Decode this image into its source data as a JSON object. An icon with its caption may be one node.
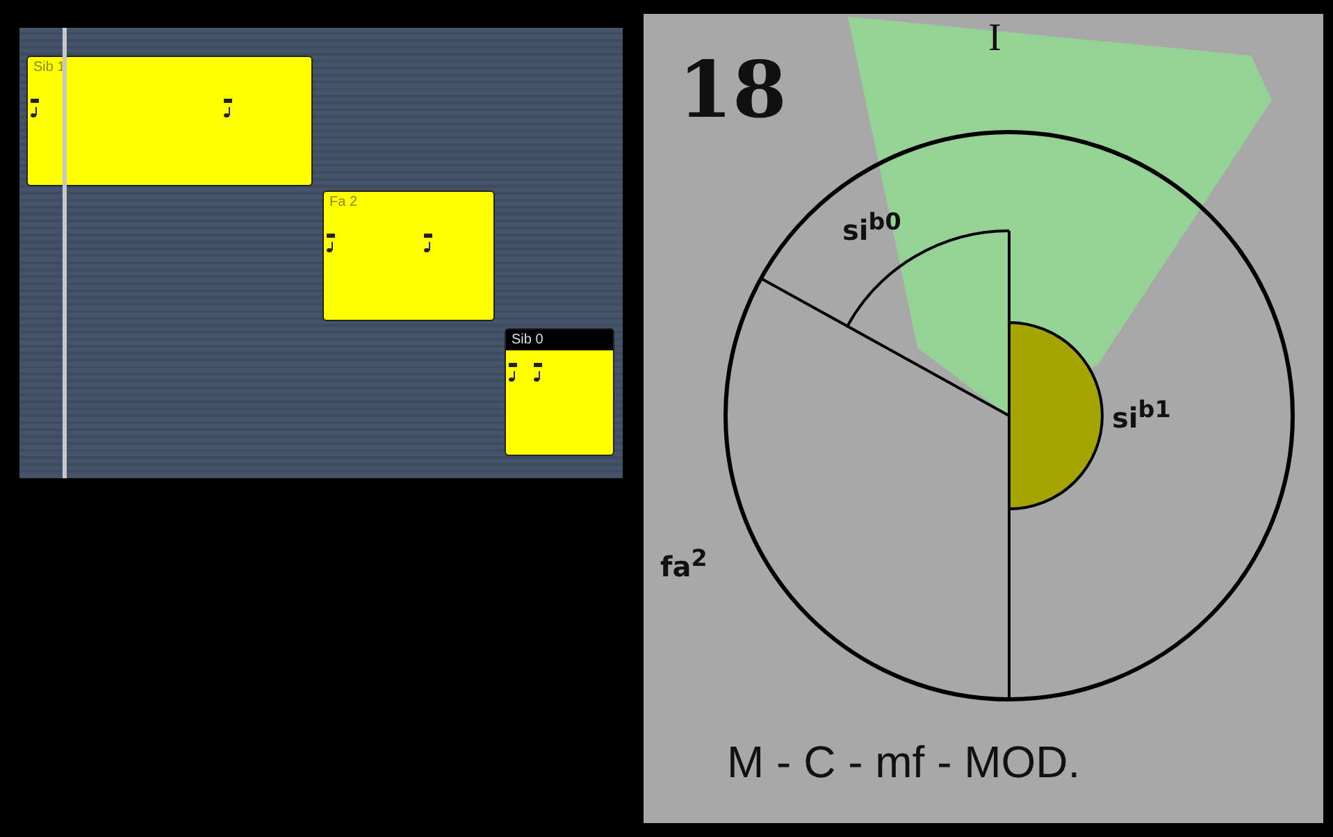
{
  "diagram": {
    "nodes": [
      {
        "text": [
          "Sib 1"
        ]
      },
      {
        "text": [
          "Fa 2"
        ]
      },
      {
        "text": [
          "Sib 0"
        ]
      }
    ],
    "edges": [],
    "labels": [
      "18",
      "I",
      "si$^{b0}$",
      "si$^{b1}$",
      "fa$^{2}$",
      "M - C - mf - MOD."
    ]
  }
}
